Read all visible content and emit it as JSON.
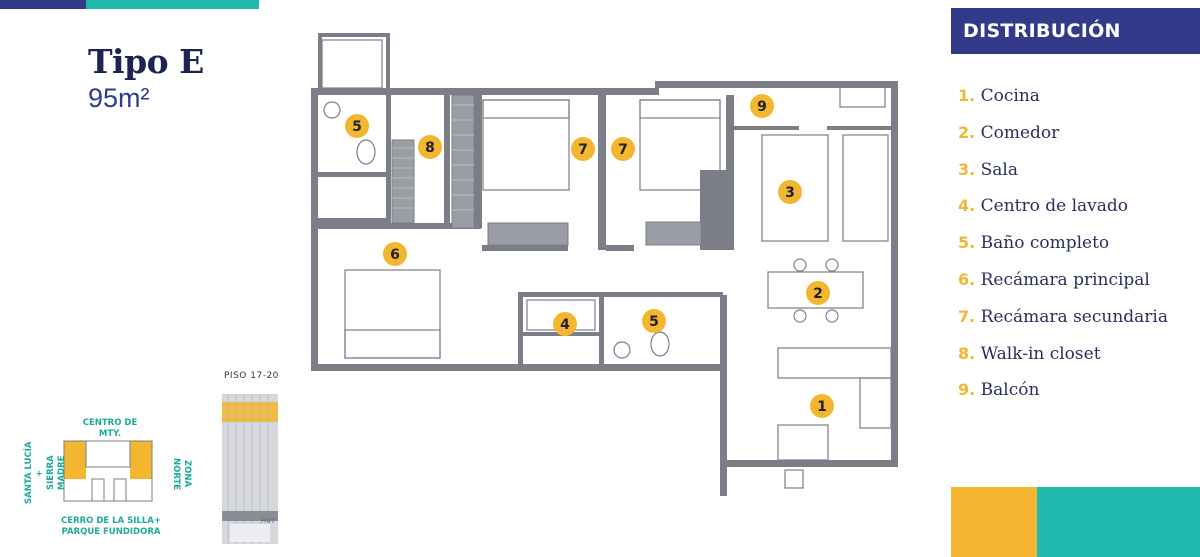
{
  "unit": {
    "type_label": "Tipo E",
    "area_label": "95m²"
  },
  "legend": {
    "title": "DISTRIBUCIÓN",
    "items": [
      {
        "num": "1.",
        "label": "Cocina"
      },
      {
        "num": "2.",
        "label": "Comedor"
      },
      {
        "num": "3.",
        "label": "Sala"
      },
      {
        "num": "4.",
        "label": "Centro de lavado"
      },
      {
        "num": "5.",
        "label": "Baño completo"
      },
      {
        "num": "6.",
        "label": "Recámara principal"
      },
      {
        "num": "7.",
        "label": "Recámara secundaria"
      },
      {
        "num": "8.",
        "label": "Walk-in closet"
      },
      {
        "num": "9.",
        "label": "Balcón"
      }
    ]
  },
  "plan_markers": {
    "cocina": "1",
    "comedor": "2",
    "sala": "3",
    "lavado": "4",
    "bano_top": "5",
    "bano_bottom": "5",
    "recamara_principal": "6",
    "recamara_sec_1": "7",
    "recamara_sec_2": "7",
    "closet": "8",
    "balcon": "9"
  },
  "tower": {
    "floor_label": "PISO 17-20",
    "tower_code": "H47"
  },
  "orientation": {
    "north": "CENTRO DE MTY.",
    "south_line1": "CERRO DE LA SILLA+",
    "south_line2": "PARQUE FUNDIDORA",
    "west_line1": "SANTA LUCÍA +",
    "west_line2": "SIERRA MADRE",
    "east": "ZONA NORTE"
  },
  "colors": {
    "navy": "#333a8a",
    "teal": "#1fbaad",
    "yellow": "#f4b631",
    "wall": "#7b7e86",
    "title": "#1d2352"
  }
}
